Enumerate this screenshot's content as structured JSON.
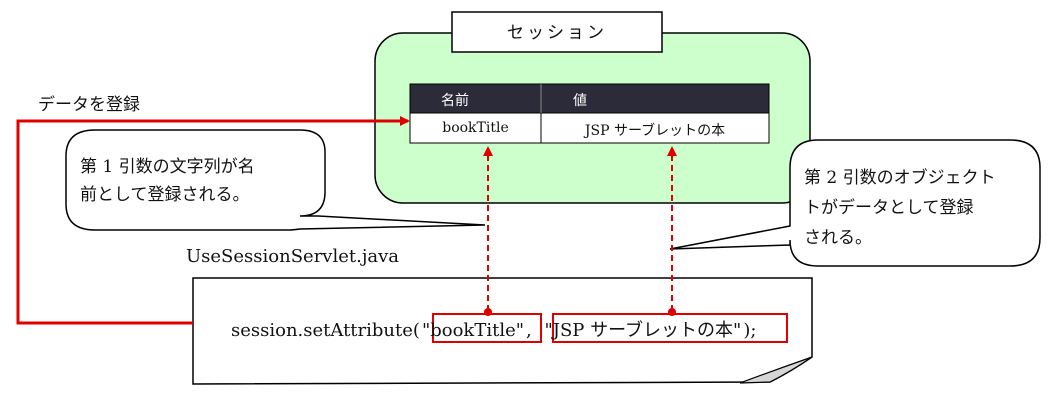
{
  "session_title": "セッション",
  "register_label": "データを登録",
  "table": {
    "headers": [
      "名前",
      "値"
    ],
    "rows": [
      [
        "bookTitle",
        "JSP サーブレットの本"
      ]
    ]
  },
  "callout_left": [
    "第 1 引数の文字列が名",
    "前として登録される。"
  ],
  "callout_right": [
    "第 2 引数のオブジェクト",
    "トがデータとして登録",
    "される。"
  ],
  "file_name": "UseSessionServlet.java",
  "code": {
    "prefix": "session.setAttribute(",
    "arg1": "\"bookTitle\"",
    "sep": ", ",
    "arg2": "\"JSP サーブレットの本\"",
    "suffix": ");"
  },
  "colors": {
    "session_fill": "#ccffcc",
    "header_fill": "#2b2b3a",
    "arrow_red": "#e00000"
  }
}
